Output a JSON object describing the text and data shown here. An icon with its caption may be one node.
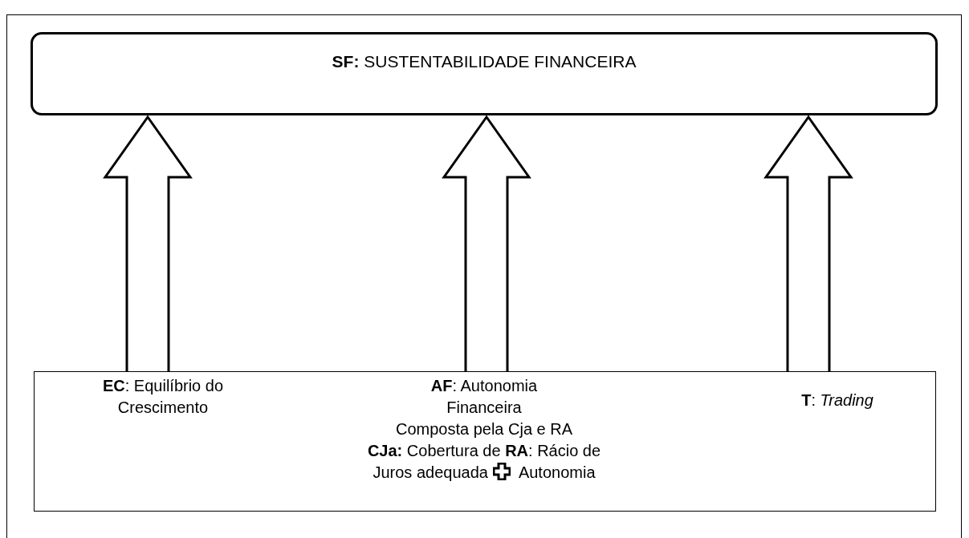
{
  "diagram": {
    "nodes": [
      {
        "text": [
          "**SF:** SUSTENTABILIDADE FINANCEIRA"
        ]
      },
      {
        "text": [],
        "shape": "box"
      },
      {
        "text": [
          "**EC**: Equilíbrio do Crescimento"
        ],
        "in": 1
      },
      {
        "text": [
          "**AF**: Autonomia Financeira",
          "Composta pela Cja e RA",
          "**CJa:** Cobertura de **RA**: Rácio de Juros adequada",
          "Autonomia"
        ],
        "in": 1
      },
      {
        "text": [
          "**T**: *Trading*"
        ],
        "in": 1
      }
    ],
    "edges": [
      {
        "from": 2,
        "to": 0,
        "arrow": "to"
      },
      {
        "from": 3,
        "to": 0,
        "arrow": "to"
      },
      {
        "from": 4,
        "to": 0,
        "arrow": "to"
      }
    ]
  }
}
